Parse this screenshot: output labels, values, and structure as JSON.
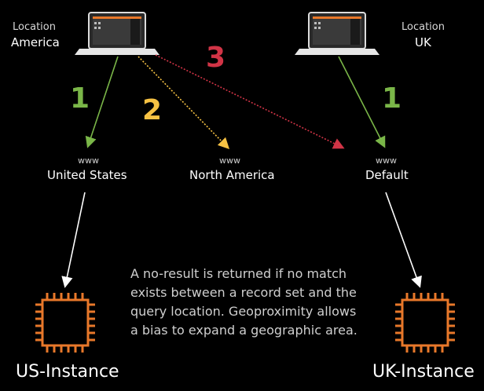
{
  "colors": {
    "background": "#000000",
    "green": "#7ab648",
    "yellow": "#f7c243",
    "red": "#d13446",
    "orange": "#e8782a",
    "white": "#ffffff"
  },
  "left_laptop": {
    "location_label": "Location",
    "location_value": "America",
    "icon": "laptop-icon"
  },
  "right_laptop": {
    "location_label": "Location",
    "location_value": "UK",
    "icon": "laptop-icon"
  },
  "routes": {
    "one_left": "1",
    "two": "2",
    "three": "3",
    "one_right": "1"
  },
  "records": [
    {
      "prefix": "www",
      "name": "United States"
    },
    {
      "prefix": "www",
      "name": "North America"
    },
    {
      "prefix": "www",
      "name": "Default"
    }
  ],
  "instances": [
    {
      "name": "US-Instance",
      "icon": "chip-icon"
    },
    {
      "name": "UK-Instance",
      "icon": "chip-icon"
    }
  ],
  "note": "A no-result is returned if no match exists between a record set and the query location. Geoproximity allows a bias to expand a geographic area."
}
